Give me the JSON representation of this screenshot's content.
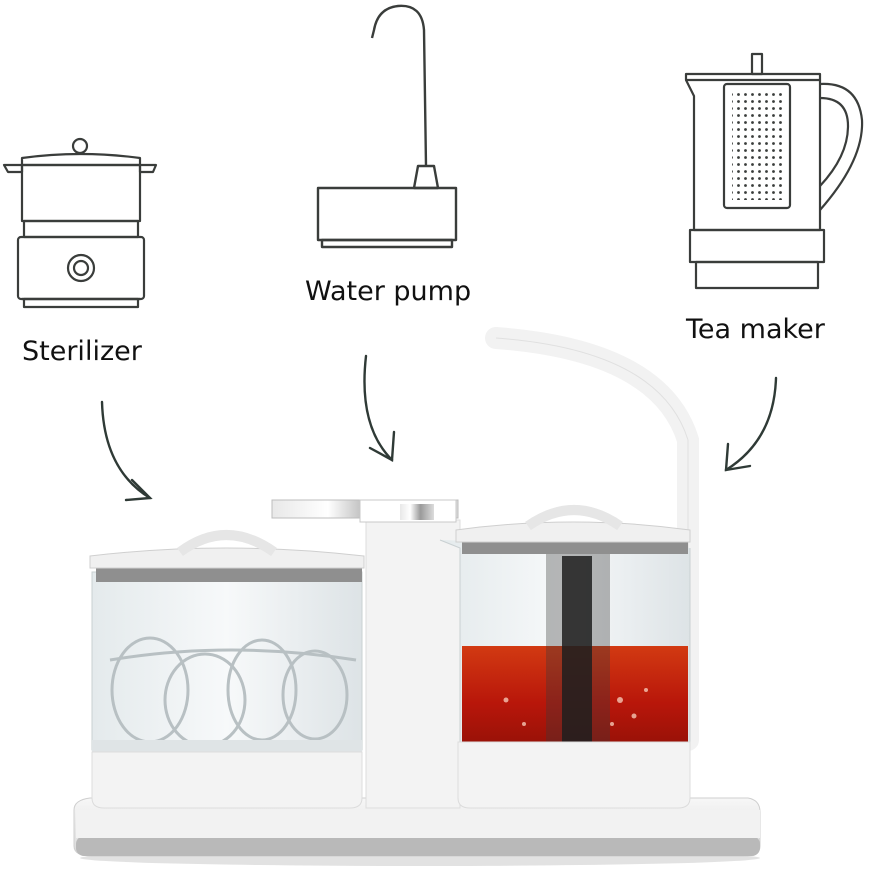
{
  "labels": {
    "sterilizer": "Sterilizer",
    "water_pump": "Water pump",
    "tea_maker": "Tea maker"
  },
  "colors": {
    "line_art": "#3a3d3b",
    "appliance_body": "#f4f4f4",
    "glass": "#e9eef0",
    "tea_liquid": "#c2200c"
  }
}
